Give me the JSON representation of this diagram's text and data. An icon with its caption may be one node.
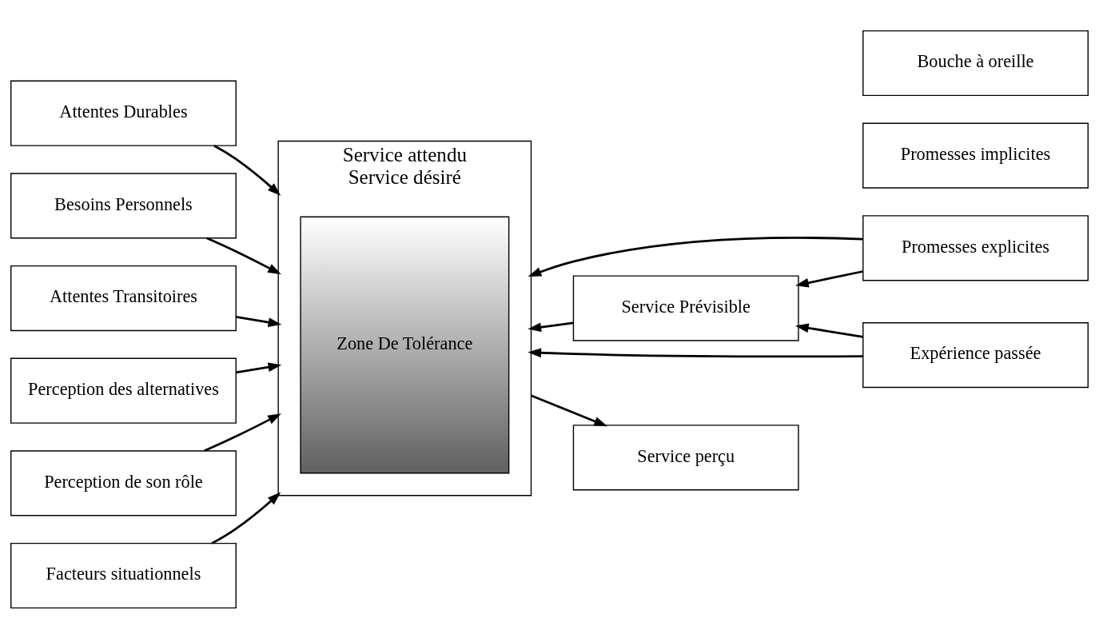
{
  "diagram": {
    "nodes": [
      {
        "text": [
          "Attentes Durables"
        ]
      },
      {
        "text": [
          "Besoins Personnels"
        ]
      },
      {
        "text": [
          "Service attendu",
          "Service désiré"
        ]
      },
      {
        "text": [
          "Zone De Tolérance"
        ],
        "in": 2
      },
      {
        "text": [
          "Promesses explicites"
        ]
      },
      {
        "text": [
          "Promesses implicites"
        ]
      },
      {
        "text": [
          "Bouche à oreille"
        ]
      },
      {
        "text": [
          "Attentes Transitoires"
        ]
      },
      {
        "text": [
          "Perception des alternatives"
        ]
      },
      {
        "text": [
          "Service Prévisible"
        ]
      },
      {
        "text": [
          "Perception de son rôle"
        ]
      },
      {
        "text": [
          "Expérience passée"
        ]
      },
      {
        "text": [
          "Facteurs situationnels"
        ]
      },
      {
        "text": [
          "Service perçu"
        ]
      }
    ],
    "edges": [
      {
        "from": 0,
        "to": 2,
        "arrow": "to"
      },
      {
        "from": 1,
        "to": 2,
        "arrow": "to"
      },
      {
        "from": 4,
        "to": 2,
        "arrow": "to"
      },
      {
        "from": 11,
        "to": 2,
        "arrow": "to"
      },
      {
        "from": 7,
        "to": 2,
        "arrow": "to"
      },
      {
        "from": 8,
        "to": 2,
        "arrow": "to"
      },
      {
        "from": 10,
        "to": 2,
        "arrow": "to"
      },
      {
        "from": 12,
        "to": 2,
        "arrow": "to"
      },
      {
        "from": 4,
        "to": 9,
        "arrow": "to"
      },
      {
        "from": 11,
        "to": 9,
        "arrow": "to"
      },
      {
        "from": 9,
        "to": 2,
        "arrow": "to"
      },
      {
        "from": 2,
        "to": 13,
        "arrow": "to"
      }
    ]
  }
}
